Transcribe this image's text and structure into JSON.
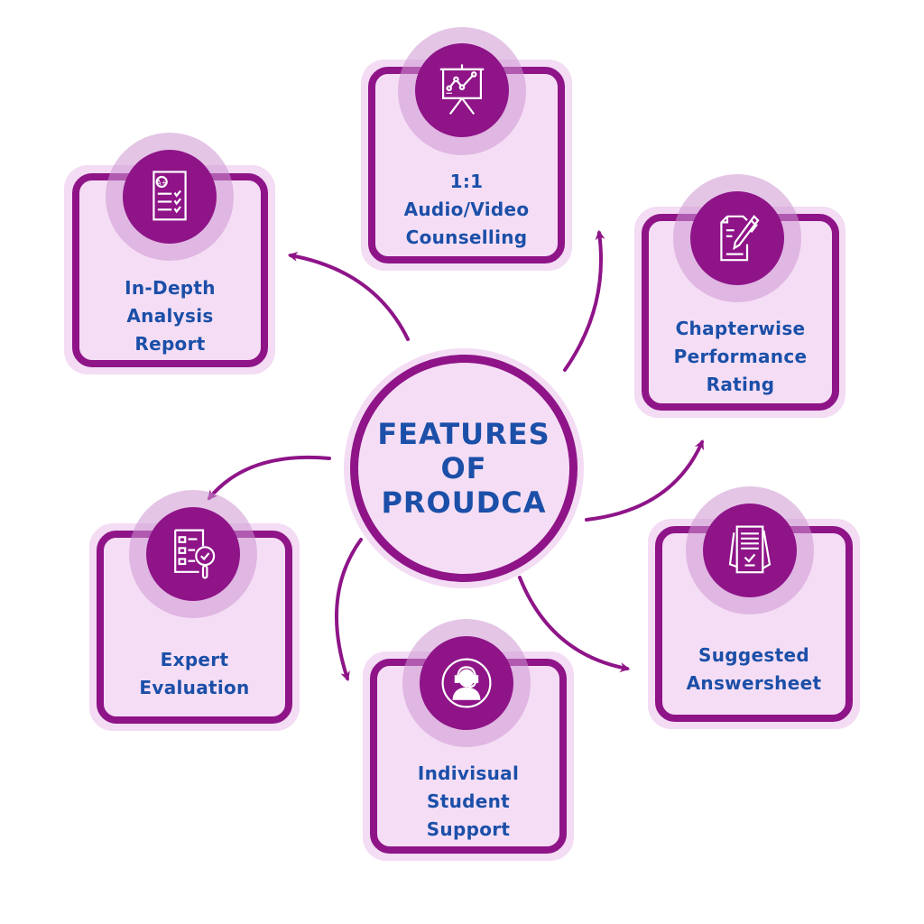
{
  "title": {
    "lines": [
      "FEATURES",
      "OF",
      "PROUDCA"
    ]
  },
  "colors": {
    "accent": "#8e1488",
    "box_fill": "#f5def5",
    "halo": "#f3dcf4",
    "text": "#1b4fa8"
  },
  "features": [
    {
      "id": "audio-video",
      "lines": [
        "1:1",
        "Audio/Video",
        "Counselling"
      ],
      "icon": "presentation-chart-icon"
    },
    {
      "id": "in-depth",
      "lines": [
        "In-Depth",
        "Analysis",
        "Report"
      ],
      "icon": "graded-report-icon"
    },
    {
      "id": "chapterwise",
      "lines": [
        "Chapterwise",
        "Performance",
        "Rating"
      ],
      "icon": "document-pen-icon"
    },
    {
      "id": "expert",
      "lines": [
        "Expert",
        "Evaluation"
      ],
      "icon": "checklist-magnifier-icon"
    },
    {
      "id": "support",
      "lines": [
        "Indivisual",
        "Student",
        "Support"
      ],
      "icon": "headset-user-icon"
    },
    {
      "id": "answersheet",
      "lines": [
        "Suggested",
        "Answersheet"
      ],
      "icon": "answer-sheet-icon"
    }
  ]
}
